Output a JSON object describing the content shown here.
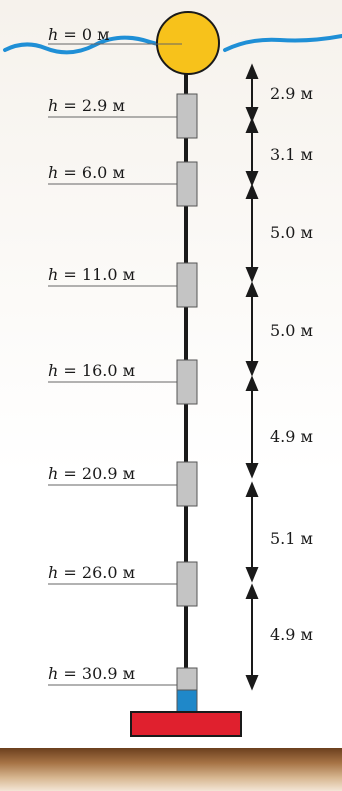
{
  "sensors": [
    {
      "var": "h",
      "eq": " = ",
      "value": "0",
      "unit": "м"
    },
    {
      "var": "h",
      "eq": " = ",
      "value": "2.9",
      "unit": "м"
    },
    {
      "var": "h",
      "eq": " = ",
      "value": "6.0",
      "unit": "м"
    },
    {
      "var": "h",
      "eq": " = ",
      "value": "11.0",
      "unit": "м"
    },
    {
      "var": "h",
      "eq": " = ",
      "value": "16.0",
      "unit": "м"
    },
    {
      "var": "h",
      "eq": " = ",
      "value": "20.9",
      "unit": "м"
    },
    {
      "var": "h",
      "eq": " = ",
      "value": "26.0",
      "unit": "м"
    },
    {
      "var": "h",
      "eq": " = ",
      "value": "30.9",
      "unit": "м"
    }
  ],
  "intervals": [
    {
      "value": "2.9",
      "unit": "м"
    },
    {
      "value": "3.1",
      "unit": "м"
    },
    {
      "value": "5.0",
      "unit": "м"
    },
    {
      "value": "5.0",
      "unit": "м"
    },
    {
      "value": "4.9",
      "unit": "м"
    },
    {
      "value": "5.1",
      "unit": "м"
    },
    {
      "value": "4.9",
      "unit": "м"
    }
  ],
  "colors": {
    "water": "#1f8fd6",
    "buoy": "#f7c21b",
    "sensor": "#c4c4c4",
    "bottom_sensor": "#1f88c9",
    "anchor": "#e0202e",
    "cable": "#1a1a1a",
    "seabed": "#8b5a32"
  }
}
